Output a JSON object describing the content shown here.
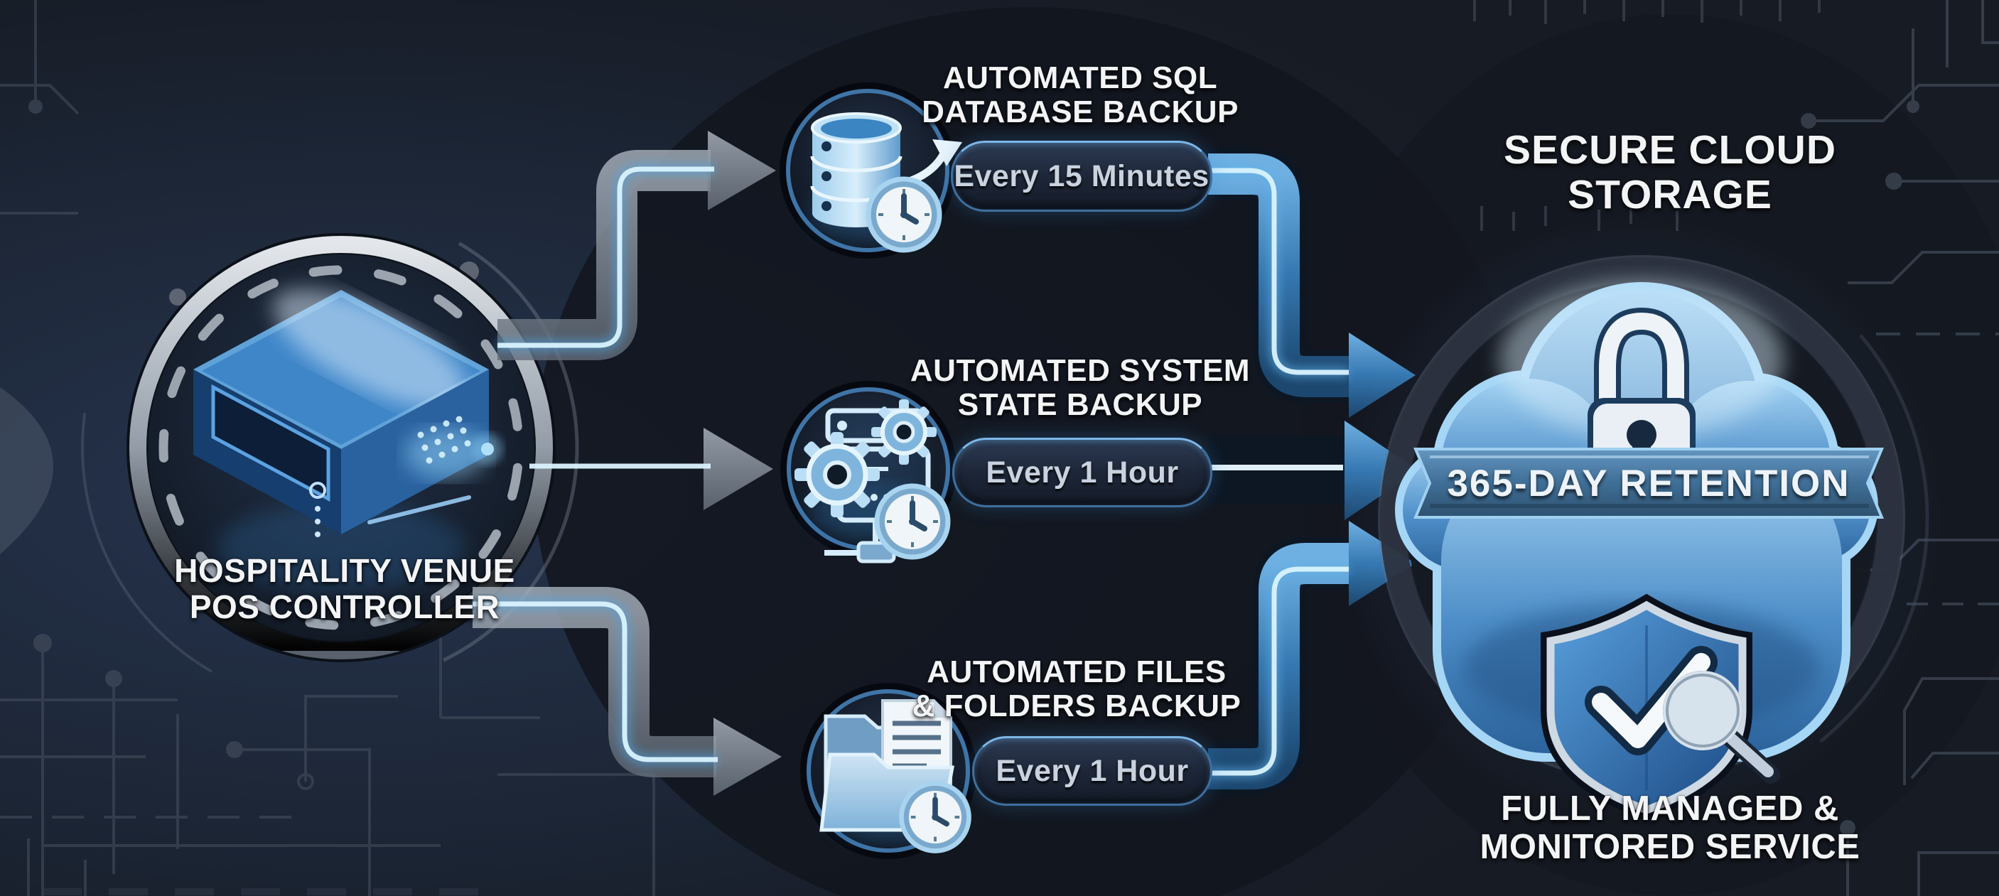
{
  "diagram": {
    "source": {
      "line1": "HOSPITALITY VENUE",
      "line2": "POS CONTROLLER"
    },
    "backups": [
      {
        "title1": "AUTOMATED SQL",
        "title2": "DATABASE BACKUP",
        "frequency": "Every 15 Minutes"
      },
      {
        "title1": "AUTOMATED SYSTEM",
        "title2": "STATE BACKUP",
        "frequency": "Every 1 Hour"
      },
      {
        "title1": "AUTOMATED FILES",
        "title2": "& FOLDERS BACKUP",
        "frequency": "Every 1 Hour"
      }
    ],
    "cloud": {
      "title": "SECURE CLOUD STORAGE",
      "ribbon": "365-DAY RETENTION"
    },
    "service": {
      "line1": "FULLY MANAGED &",
      "line2": "MONITORED SERVICE"
    },
    "icons": {
      "source": "pos-server-icon",
      "sql": "database-clock-icon",
      "system": "gears-server-clock-icon",
      "files": "folder-files-clock-icon",
      "cloud": "cloud-padlock-icon",
      "service": "shield-check-magnifier-icon"
    },
    "colors": {
      "background": "#171b24",
      "accent_blue": "#4da3e8",
      "glow_blue": "#d9f3ff",
      "arrow_gray": "#8b95a2",
      "text": "#f2f4f6",
      "badge_text": "#c9d2de",
      "cloud_blue": "#5596cf",
      "ribbon_blue": "#46759e"
    }
  }
}
